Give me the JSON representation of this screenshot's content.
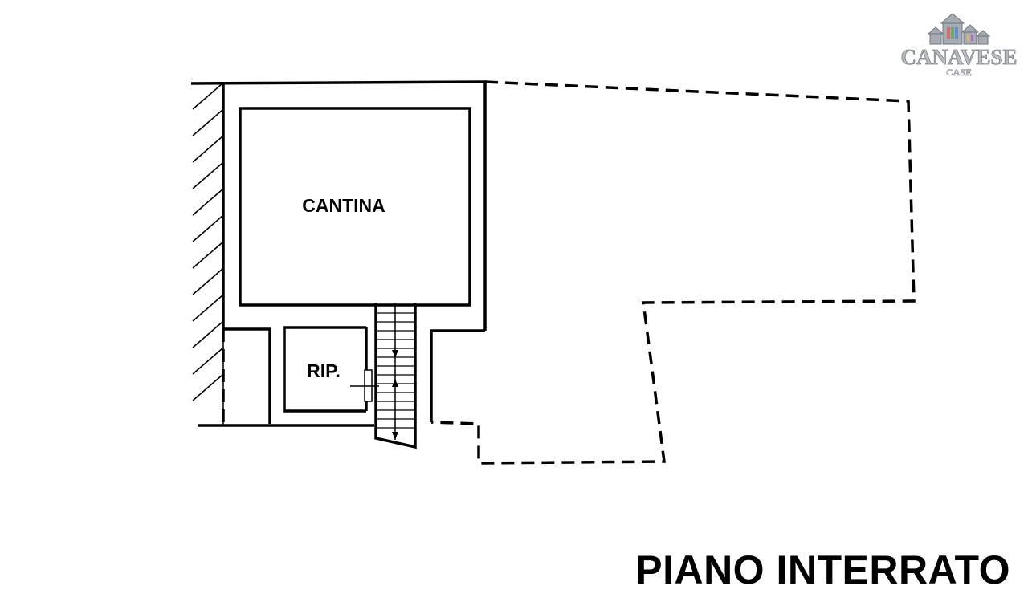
{
  "rooms": {
    "cantina": "CANTINA",
    "ripostiglio": "RIP."
  },
  "floor_title": "PIANO INTERRATO",
  "logo": {
    "brand": "CANAVESE",
    "sub": "CASE",
    "icon": "houses-icon"
  },
  "colors": {
    "lines": "#000000",
    "background": "#ffffff",
    "logo_fill": "#b9bcc2"
  }
}
